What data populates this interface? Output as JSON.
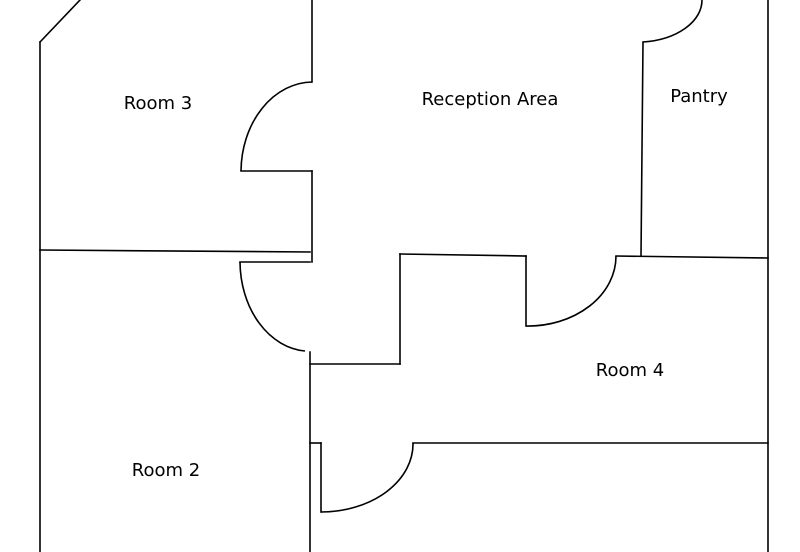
{
  "rooms": {
    "room3": "Room 3",
    "reception": "Reception Area",
    "pantry": "Pantry",
    "room4": "Room 4",
    "room2": "Room 2"
  },
  "colors": {
    "background": "#ffffff",
    "line": "#000000"
  }
}
